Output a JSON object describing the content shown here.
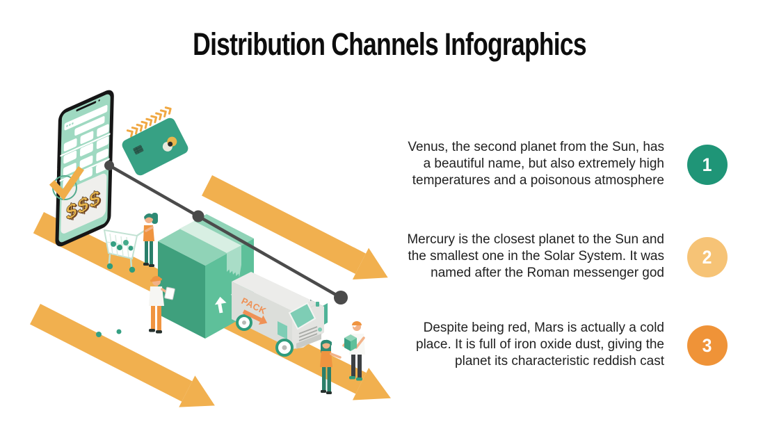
{
  "title": "Distribution Channels Infographics",
  "items": [
    {
      "number": "1",
      "text": "Venus, the second planet from the Sun, has a beautiful name, but also extremely high temperatures and a poisonous atmosphere",
      "circle_color": "#1f9577"
    },
    {
      "number": "2",
      "text": "Mercury is the closest planet to the Sun and the smallest one in the Solar System. It was named after the Roman messenger god",
      "circle_color": "#f6c376"
    },
    {
      "number": "3",
      "text": "Despite being red, Mars is actually a cold place. It is full of iron oxide dust, giving the planet its characteristic reddish cast",
      "circle_color": "#ef9338"
    }
  ],
  "illustration": {
    "pack_label": "PACK",
    "money_label": "$$$",
    "colors": {
      "flow_arrow": "#f1b04f",
      "brand_green": "#35a083",
      "phone_screen": "#9fd9c1",
      "box_dark": "#3fa07d",
      "box_light": "#5ec09a",
      "accent_orange": "#ef9440"
    }
  }
}
